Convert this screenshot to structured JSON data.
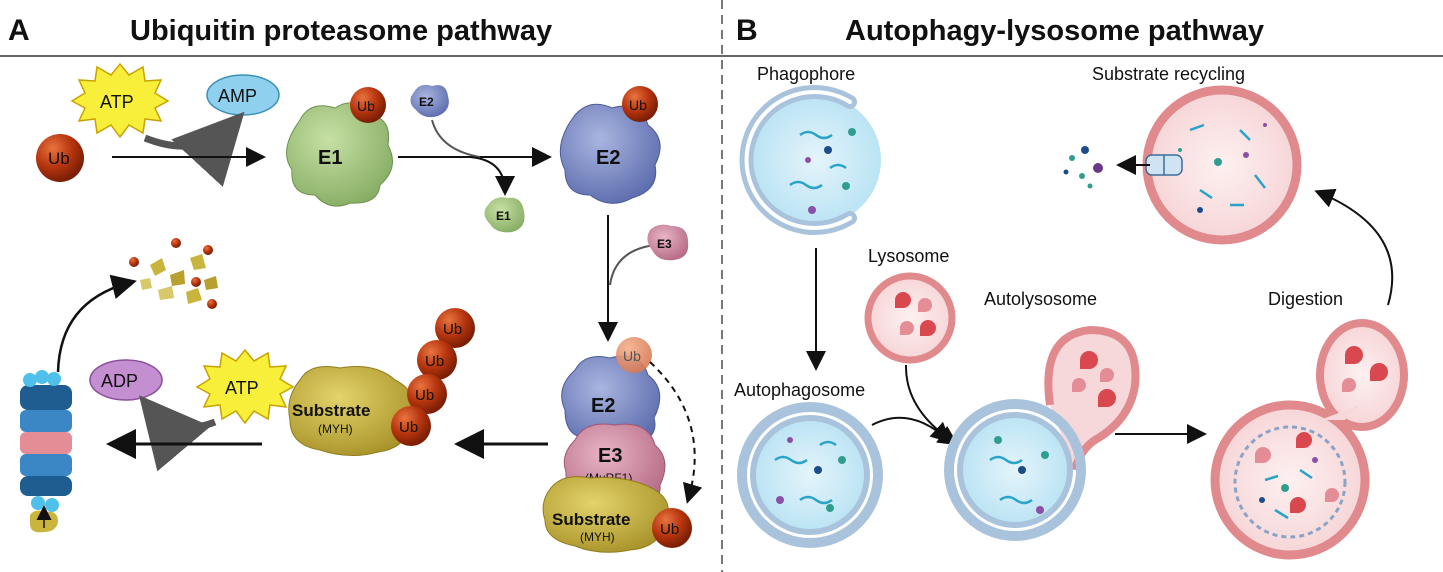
{
  "panel_a": {
    "letter": "A",
    "title": "Ubiquitin proteasome pathway",
    "ub": "Ub",
    "atp": "ATP",
    "amp": "AMP",
    "adp": "ADP",
    "e1": "E1",
    "e2": "E2",
    "e3": "E3",
    "e3_sub": "(MuRF1)",
    "substrate": "Substrate",
    "substrate_sub": "(MYH)"
  },
  "panel_b": {
    "letter": "B",
    "title": "Autophagy-lysosome pathway",
    "phagophore": "Phagophore",
    "substrate_recycling": "Substrate recycling",
    "lysosome": "Lysosome",
    "autolysosome": "Autolysosome",
    "digestion": "Digestion",
    "autophagosome": "Autophagosome"
  },
  "colors": {
    "ub": "#b8360f",
    "e1": "#9cc27a",
    "e2": "#7d8cc4",
    "e3": "#c98aa0",
    "substrate": "#c9b53d",
    "atp": "#f7ef3a",
    "amp": "#8ed0ee",
    "adp": "#c48fd0",
    "vesicle": "#a9c3dc",
    "lysosome": "#e08a8e"
  }
}
